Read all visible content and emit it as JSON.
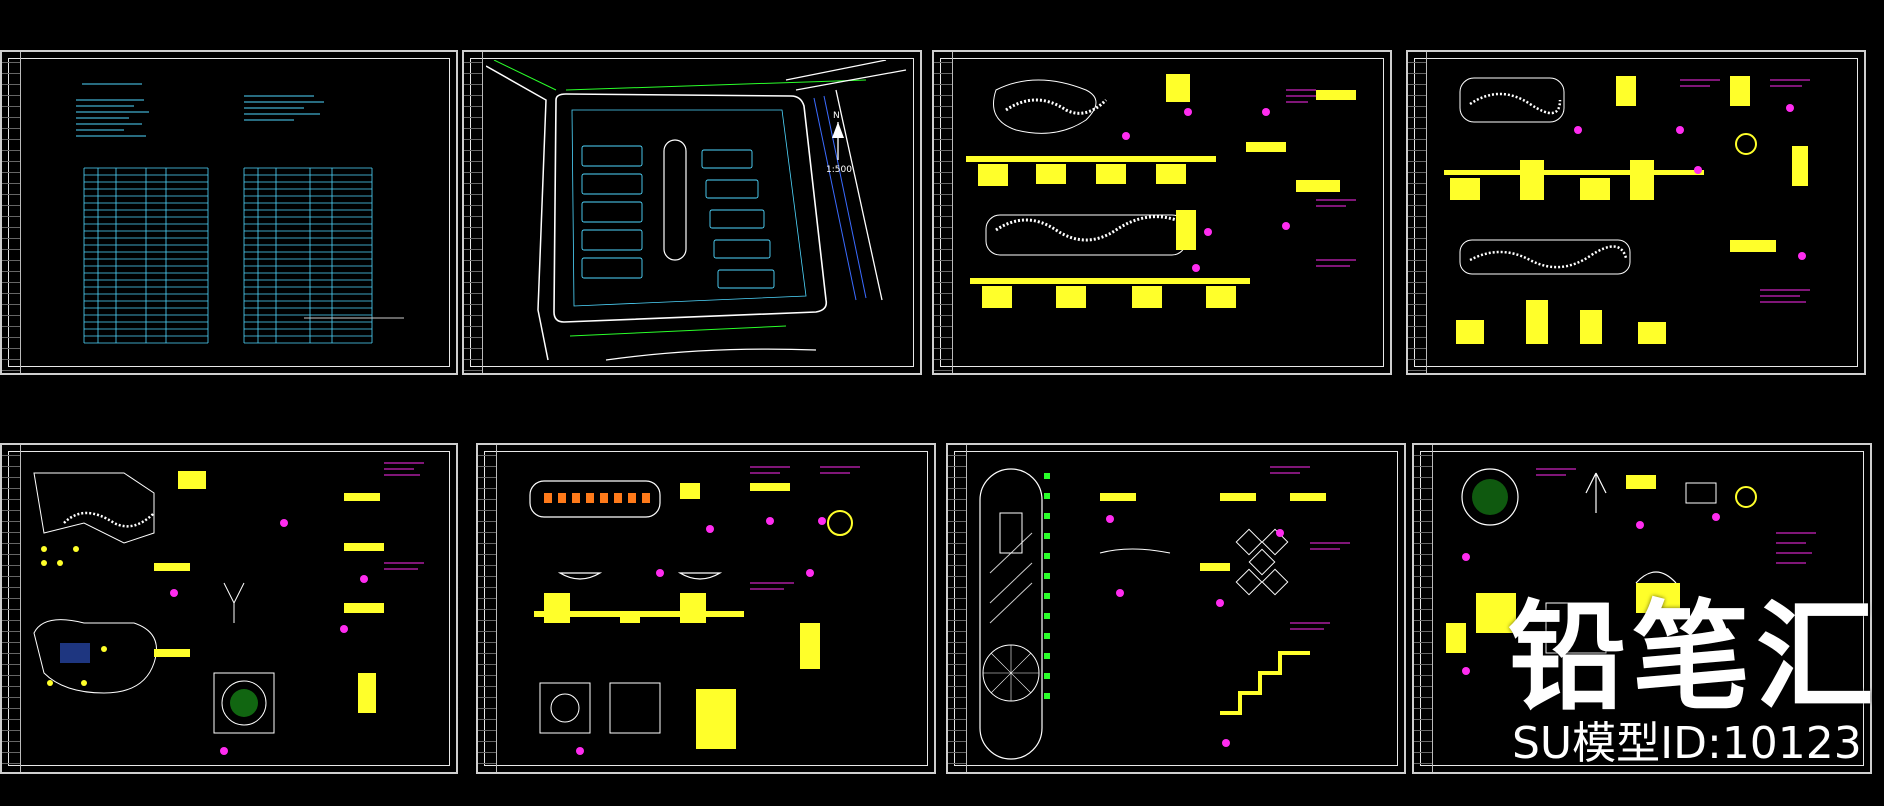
{
  "colors": {
    "background": "#000000",
    "frame": "#cfcfcf",
    "cyan": "#4fd8ff",
    "magenta": "#ff2cf0",
    "yellow": "#ffff2a",
    "green": "#2aff2a",
    "white": "#ffffff",
    "blue": "#3b6bff"
  },
  "plan_north": "N",
  "plan_scale": "1:500",
  "watermark": {
    "brand": "铅笔汇",
    "id_text": "SU模型ID:10123"
  }
}
